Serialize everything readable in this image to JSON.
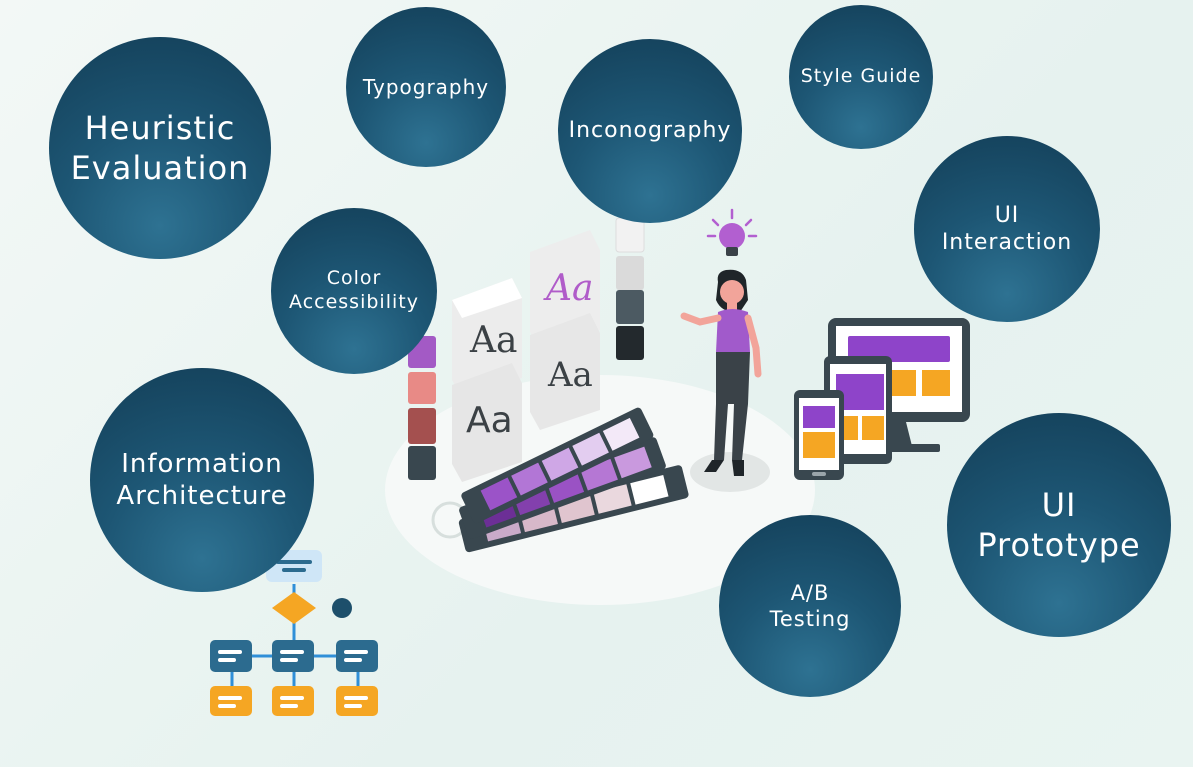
{
  "topics": {
    "heuristic": "Heuristic\nEvaluation",
    "typography": "Typography",
    "iconography": "Inconography",
    "style_guide": "Style Guide",
    "ui_interaction": "UI\nInteraction",
    "color_accessibility": "Color\nAccessibility",
    "information_architecture": "Information\nArchitecture",
    "ab_testing": "A/B\nTesting",
    "ui_prototype": "UI\nPrototype"
  },
  "specimens": {
    "aa1": "Aa",
    "aa2": "Aa",
    "aa3": "Aa",
    "aa4": "Aa"
  },
  "colors": {
    "bubble_dark": "#133e57",
    "bubble_light": "#2e7292",
    "accent_purple": "#8e44c9",
    "accent_orange": "#f5a623",
    "flow_blue": "#2c6b8f"
  }
}
